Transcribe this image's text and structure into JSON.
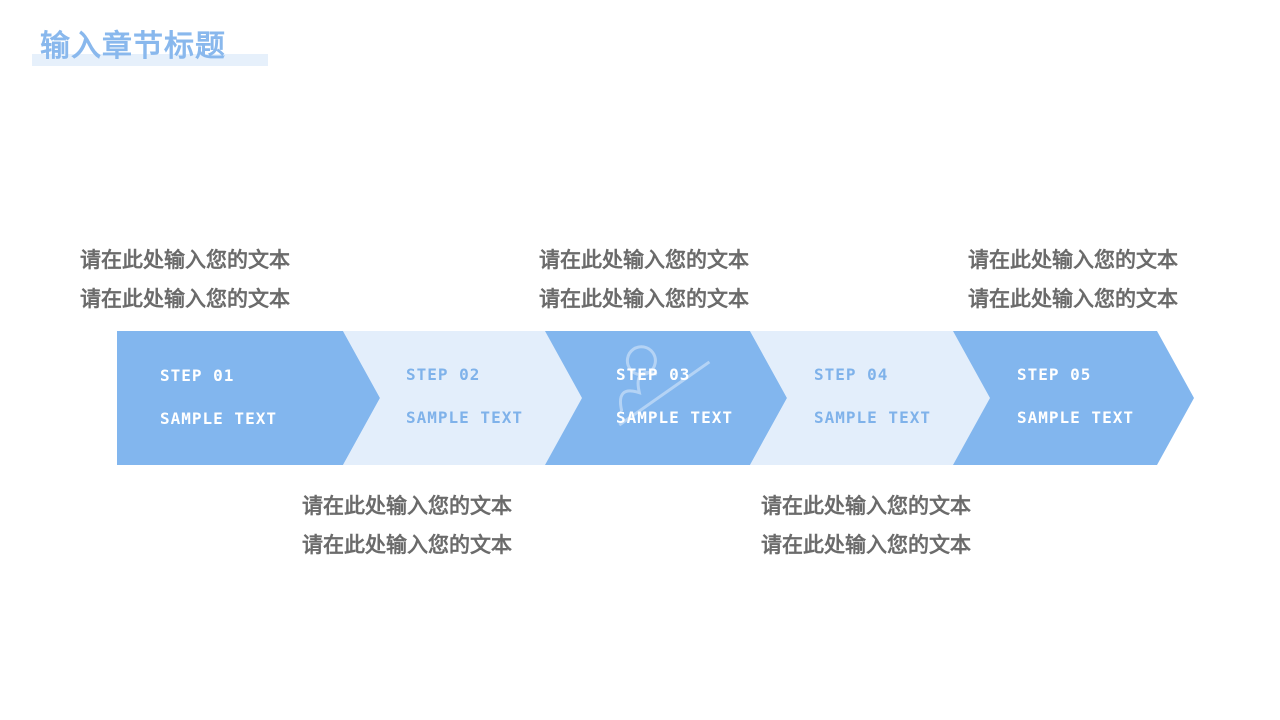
{
  "title": "输入章节标题",
  "colors": {
    "accent": "#82b6ee",
    "accent_light": "#e3eefb",
    "text": "#6b6b6b",
    "title": "#89b8ed"
  },
  "text_blocks": {
    "top_left": [
      "请在此处输入您的文本",
      "请在此处输入您的文本"
    ],
    "top_center": [
      "请在此处输入您的文本",
      "请在此处输入您的文本"
    ],
    "top_right": [
      "请在此处输入您的文本",
      "请在此处输入您的文本"
    ],
    "bottom_left": [
      "请在此处输入您的文本",
      "请在此处输入您的文本"
    ],
    "bottom_right": [
      "请在此处输入您的文本",
      "请在此处输入您的文本"
    ]
  },
  "steps": [
    {
      "step": "STEP 01",
      "text": "SAMPLE TEXT"
    },
    {
      "step": "STEP 02",
      "text": "SAMPLE TEXT"
    },
    {
      "step": "STEP 03",
      "text": "SAMPLE TEXT"
    },
    {
      "step": "STEP 04",
      "text": "SAMPLE TEXT"
    },
    {
      "step": "STEP 05",
      "text": "SAMPLE TEXT"
    }
  ]
}
